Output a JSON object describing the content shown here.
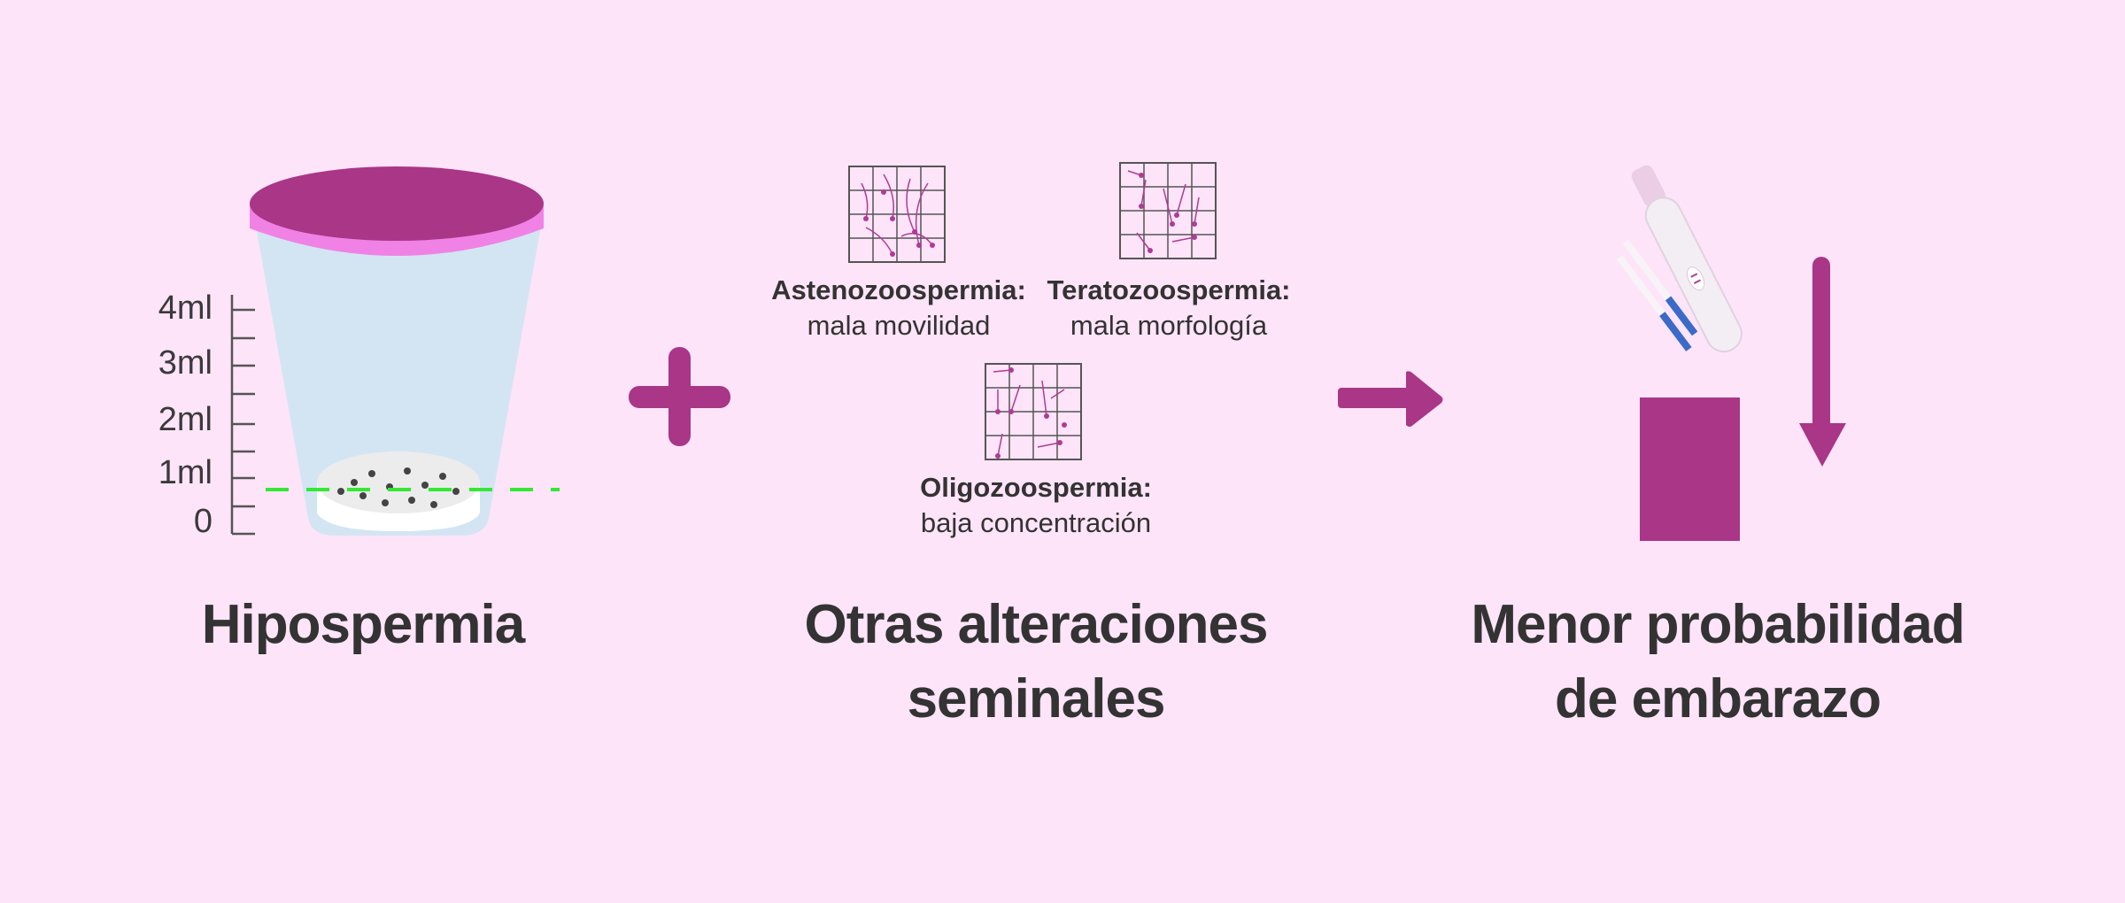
{
  "colors": {
    "background": "#fde4f8",
    "accent": "#a93687",
    "lid_rim": "#f082e6",
    "cup": "#d3e5f3",
    "dashed_line": "#33e833",
    "text": "#333333"
  },
  "left_panel": {
    "scale_labels": [
      "4ml",
      "3ml",
      "2ml",
      "1ml",
      "0"
    ],
    "title": "Hipospermia"
  },
  "operator": "+",
  "middle_panel": {
    "conditions": [
      {
        "name": "Astenozoospermia:",
        "description": "mala movilidad"
      },
      {
        "name": "Teratozoospermia:",
        "description": "mala morfología"
      },
      {
        "name": "Oligozoospermia:",
        "description": "baja concentración"
      }
    ],
    "title_line1": "Otras alteraciones",
    "title_line2": "seminales"
  },
  "right_panel": {
    "title_line1": "Menor probabilidad",
    "title_line2": "de embarazo"
  }
}
